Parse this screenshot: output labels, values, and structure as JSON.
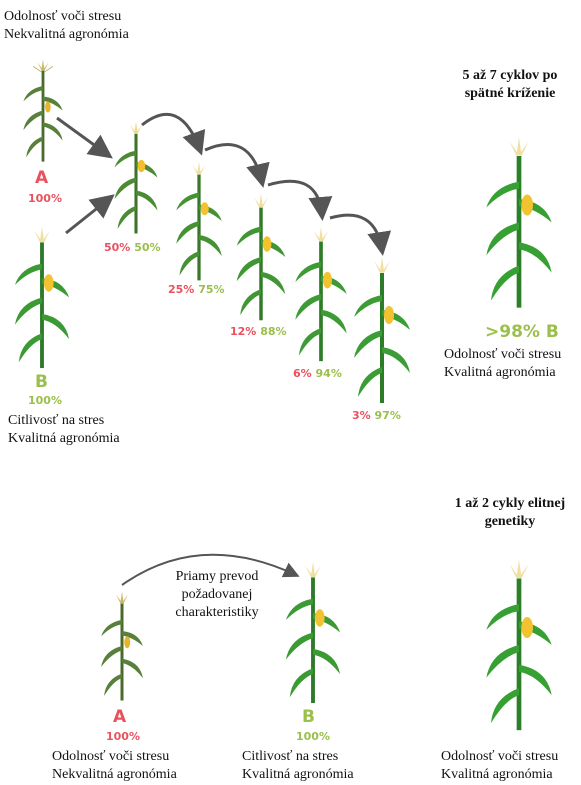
{
  "top": {
    "parent_a": {
      "caption_line1": "Odolnosť voči stresu",
      "caption_line2": "Nekvalitná agronómia",
      "letter": "A",
      "pct": "100%"
    },
    "parent_b": {
      "caption_line1": "Citlivosť na stres",
      "caption_line2": "Kvalitná agronómia",
      "letter": "B",
      "pct": "100%"
    },
    "generations": [
      {
        "a": "50%",
        "b": "50%"
      },
      {
        "a": "25%",
        "b": "75%"
      },
      {
        "a": "12%",
        "b": "88%"
      },
      {
        "a": "6%",
        "b": "94%"
      },
      {
        "a": "3%",
        "b": "97%"
      }
    ],
    "heading_line1": "5 až 7 cyklov po",
    "heading_line2": "spätné kríženie",
    "result": {
      "label": ">98% B",
      "caption_line1": "Odolnosť voči stresu",
      "caption_line2": "Kvalitná agronómia"
    }
  },
  "bottom": {
    "heading_line1": "1 až 2 cykly elitnej",
    "heading_line2": "genetiky",
    "arrow_text": [
      "Priamy prevod",
      "požadovanej",
      "charakteristiky"
    ],
    "plant_a": {
      "letter": "A",
      "pct": "100%",
      "caption_line1": "Odolnosť voči stresu",
      "caption_line2": "Nekvalitná agronómia"
    },
    "plant_b": {
      "letter": "B",
      "pct": "100%",
      "caption_line1": "Citlivosť na stres",
      "caption_line2": "Kvalitná agronómia"
    },
    "result": {
      "caption_line1": "Odolnosť voči stresu",
      "caption_line2": "Kvalitná agronómia"
    }
  },
  "colors": {
    "red": "#e8525f",
    "green_label": "#9bbf4b",
    "dark_plant": "#4e7a2a",
    "bright_plant": "#3fa33a",
    "tassel": "#f0dfa0",
    "cob": "#f2c230",
    "arrow": "#555555"
  }
}
